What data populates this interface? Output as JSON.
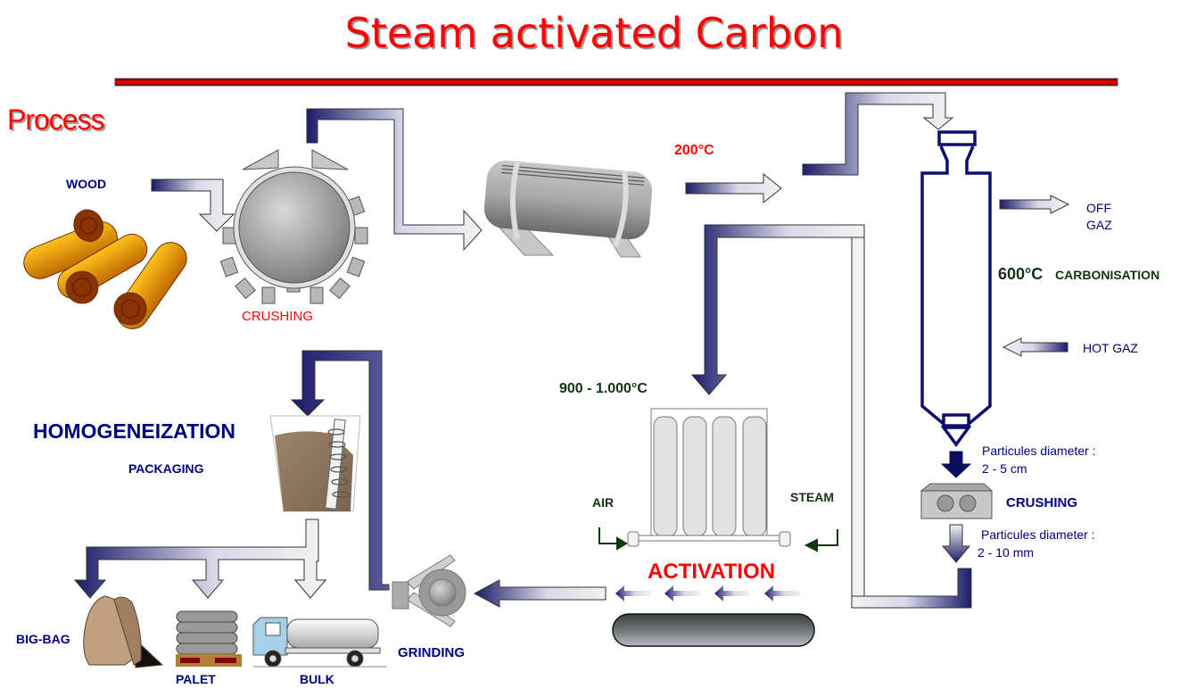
{
  "title": "Steam activated Carbon",
  "section": "Process",
  "colors": {
    "title": "#ff0000",
    "rule": "#d40000",
    "label_blue": "#000080",
    "label_red": "#ff0000",
    "label_green": "#113311",
    "arrow_dark": "#1c1c6a"
  },
  "inputs": {
    "wood": "WOOD"
  },
  "stages": {
    "crushing_1": "CRUSHING",
    "drying_temp": "200°C",
    "carbonisation_temp": "600°C",
    "carbonisation": "CARBONISATION",
    "off_gaz_line1": "OFF",
    "off_gaz_line2": "GAZ",
    "hot_gaz": "HOT GAZ",
    "particles_1_line1": "Particules diameter :",
    "particles_1_line2": "2 - 5 cm",
    "crushing_2": "CRUSHING",
    "particles_2_line1": "Particules diameter :",
    "particles_2_line2": "2 - 10 mm",
    "activation_temp": "900 - 1.000°C",
    "air": "AIR",
    "steam": "STEAM",
    "activation": "ACTIVATION",
    "grinding": "GRINDING",
    "homogeneization": "HOMOGENEIZATION",
    "packaging": "PACKAGING"
  },
  "outputs": [
    "BIG-BAG",
    "PALET",
    "BULK"
  ],
  "icons": [
    "wood-logs-icon",
    "crusher-wheel-icon",
    "dryer-drum-icon",
    "carbonisation-column-icon",
    "roller-crusher-icon",
    "activation-radiator-icon",
    "rotary-kiln-icon",
    "grinder-icon",
    "mixer-screw-icon",
    "big-bag-icon",
    "pallet-icon",
    "tanker-truck-icon"
  ]
}
